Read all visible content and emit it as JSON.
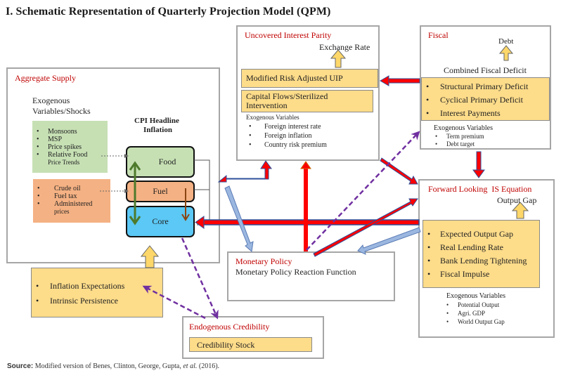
{
  "title": "I. Schematic Representation of Quarterly Projection Model (QPM)",
  "aggregate_supply": {
    "heading": "Aggregate Supply",
    "exog_label_1": "Exogenous",
    "exog_label_2": "Variables/Shocks",
    "food_shocks": [
      "Monsoons",
      "MSP",
      "Price spikes",
      "Relative Food"
    ],
    "food_shocks_tail": "Price Trends",
    "fuel_shocks": [
      "Crude oil",
      "Fuel tax",
      "Administered"
    ],
    "fuel_shocks_tail": "prices",
    "cpi_title_1": "CPI Headline",
    "cpi_title_2": "Inflation",
    "food": "Food",
    "fuel": "Fuel",
    "core": "Core"
  },
  "expectations": {
    "items": [
      "Inflation Expectations",
      "Intrinsic Persistence"
    ]
  },
  "uip": {
    "heading": "Uncovered Interest Parity",
    "output": "Exchange Rate",
    "box1": "Modified Risk Adjusted UIP",
    "box2_1": "Capital Flows/Sterilized",
    "box2_2": "Intervention",
    "exog_heading": "Exogenous Variables",
    "exog": [
      "Foreign interest rate",
      "Foreign inflation",
      "Country risk premium"
    ]
  },
  "fiscal": {
    "heading": "Fiscal",
    "output": "Debt",
    "subheading": "Combined Fiscal Deficit",
    "items": [
      "Structural Primary Deficit",
      "Cyclical Primary Deficit",
      "Interest Payments"
    ],
    "exog_heading": "Exogenous Variables",
    "exog": [
      "Term premium",
      "Debt target"
    ]
  },
  "is_equation": {
    "heading": "Forward Looking  IS Equation",
    "output": "Output Gap",
    "items": [
      "Expected Output Gap",
      "Real Lending Rate",
      "Bank Lending Tightening",
      "Fiscal Impulse"
    ],
    "exog_heading": "Exogenous Variables",
    "exog": [
      "Potential Output",
      "Agri. GDP",
      "World Output Gap"
    ]
  },
  "monetary_policy": {
    "heading": "Monetary Policy",
    "text": "Monetary Policy Reaction Function"
  },
  "credibility": {
    "heading": "Endogenous Credibility",
    "box": "Credibility Stock"
  },
  "source": {
    "label": "Source:",
    "text": "Modified version of Benes, Clinton, George, Gupta, ",
    "etal": "et al.",
    "year": " (2016)."
  },
  "colors": {
    "heading_red": "#c00000",
    "yellow_box": "#fddc8a",
    "food_green": "#c6e0b4",
    "fuel_orange": "#f4b183",
    "core_blue": "#5bc8f5",
    "arrow_red": "#ff0000",
    "arrow_blue": "#2f4f9a",
    "arrow_lightblue": "#9bb7e0",
    "arrow_purple": "#7030a0",
    "arrow_green": "#4e7a2c",
    "arrow_brown": "#8b4513"
  }
}
